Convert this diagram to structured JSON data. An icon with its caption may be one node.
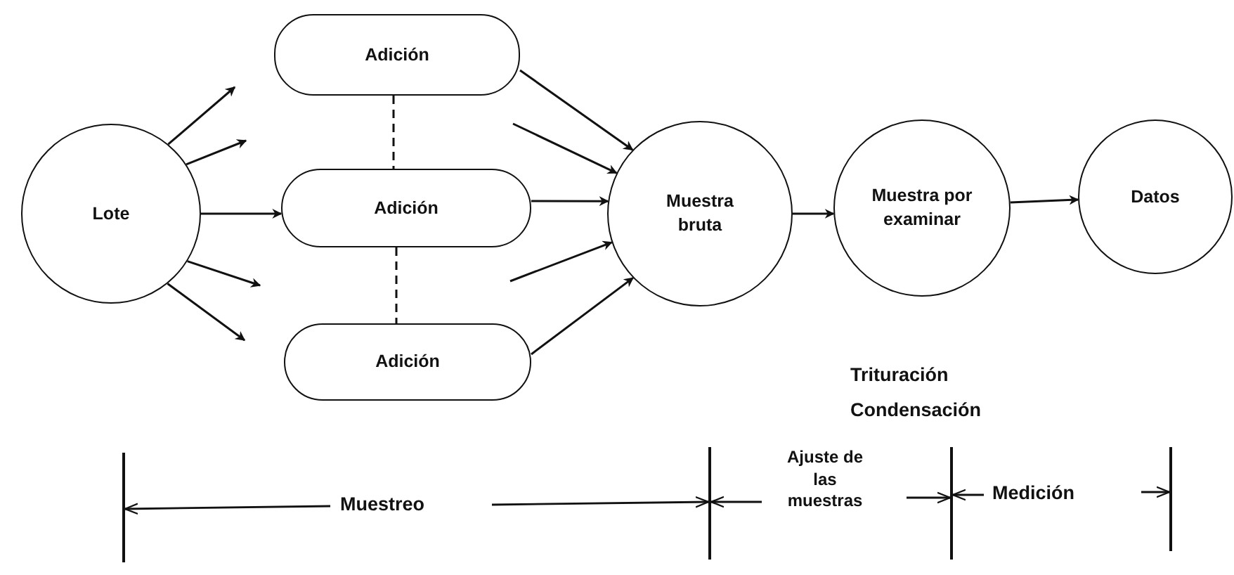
{
  "diagram": {
    "nodes": [
      {
        "text": [
          "Lote"
        ]
      },
      {
        "text": [
          "Adición"
        ]
      },
      {
        "text": [
          "Adición"
        ]
      },
      {
        "text": [
          "Adición"
        ]
      },
      {
        "text": [
          "Muestra bruta"
        ]
      },
      {
        "text": [
          "Muestra por examinar"
        ]
      },
      {
        "text": [
          "Datos"
        ]
      }
    ],
    "edges": [
      {
        "from": 0,
        "to": null,
        "arrow": "to"
      },
      {
        "from": 0,
        "to": null,
        "arrow": "to"
      },
      {
        "from": 0,
        "to": 2,
        "arrow": "to"
      },
      {
        "from": 0,
        "to": null,
        "arrow": "to"
      },
      {
        "from": 0,
        "to": null,
        "arrow": "to"
      },
      {
        "from": 1,
        "to": 2,
        "arrow": "none",
        "style": "dashed"
      },
      {
        "from": 2,
        "to": 3,
        "arrow": "none",
        "style": "dashed"
      },
      {
        "from": 1,
        "to": 4,
        "arrow": "to"
      },
      {
        "from": null,
        "to": 4,
        "arrow": "to"
      },
      {
        "from": 2,
        "to": 4,
        "arrow": "to"
      },
      {
        "from": null,
        "to": 4,
        "arrow": "to"
      },
      {
        "from": 3,
        "to": 4,
        "arrow": "to"
      },
      {
        "from": 4,
        "to": 5,
        "arrow": "to"
      },
      {
        "from": 5,
        "to": 6,
        "arrow": "to"
      }
    ],
    "labels": [
      "Trituración",
      "Condensación",
      "Muestreo",
      "Ajuste de las muestras",
      "Medición"
    ]
  }
}
